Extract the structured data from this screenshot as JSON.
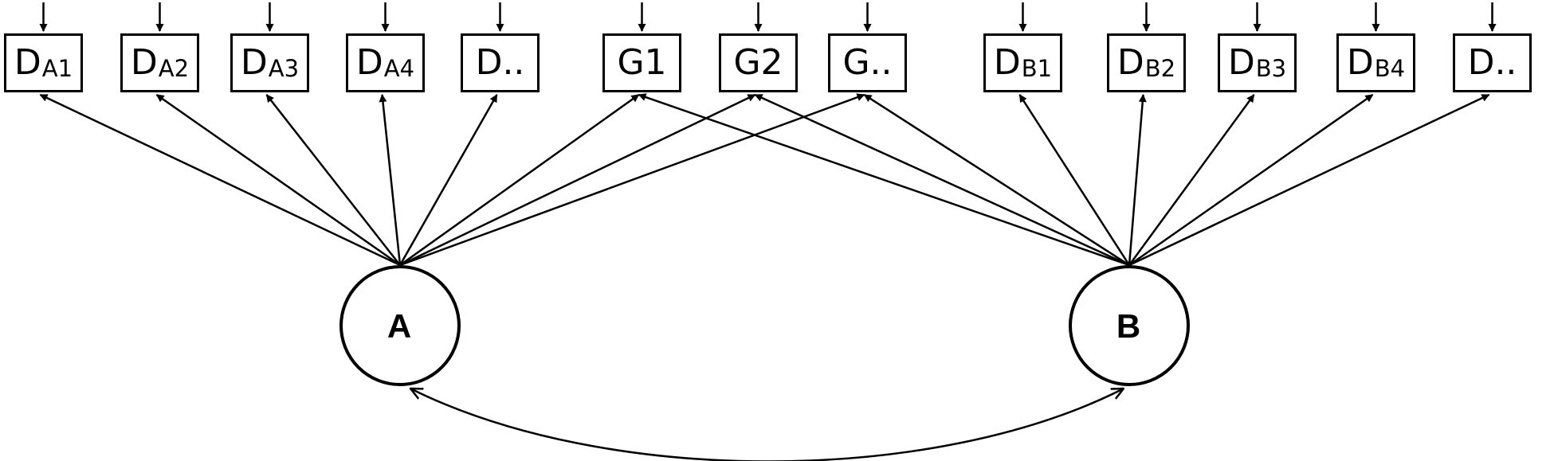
{
  "factors": [
    {
      "id": "A",
      "label": "A"
    },
    {
      "id": "B",
      "label": "B"
    }
  ],
  "indicators": [
    {
      "main": "D",
      "sub": "A1",
      "loads_on": [
        "A"
      ]
    },
    {
      "main": "D",
      "sub": "A2",
      "loads_on": [
        "A"
      ]
    },
    {
      "main": "D",
      "sub": "A3",
      "loads_on": [
        "A"
      ]
    },
    {
      "main": "D",
      "sub": "A4",
      "loads_on": [
        "A"
      ]
    },
    {
      "main": "D..",
      "sub": "",
      "loads_on": [
        "A"
      ]
    },
    {
      "main": "G1",
      "sub": "",
      "loads_on": [
        "A",
        "B"
      ]
    },
    {
      "main": "G2",
      "sub": "",
      "loads_on": [
        "A",
        "B"
      ]
    },
    {
      "main": "G..",
      "sub": "",
      "loads_on": [
        "A",
        "B"
      ]
    },
    {
      "main": "D",
      "sub": "B1",
      "loads_on": [
        "B"
      ]
    },
    {
      "main": "D",
      "sub": "B2",
      "loads_on": [
        "B"
      ]
    },
    {
      "main": "D",
      "sub": "B3",
      "loads_on": [
        "B"
      ]
    },
    {
      "main": "D",
      "sub": "B4",
      "loads_on": [
        "B"
      ]
    },
    {
      "main": "D..",
      "sub": "",
      "loads_on": [
        "B"
      ]
    }
  ],
  "correlation": {
    "from": "A",
    "to": "B"
  },
  "colors": {
    "stroke": "#000000",
    "fill": "#ffffff"
  }
}
